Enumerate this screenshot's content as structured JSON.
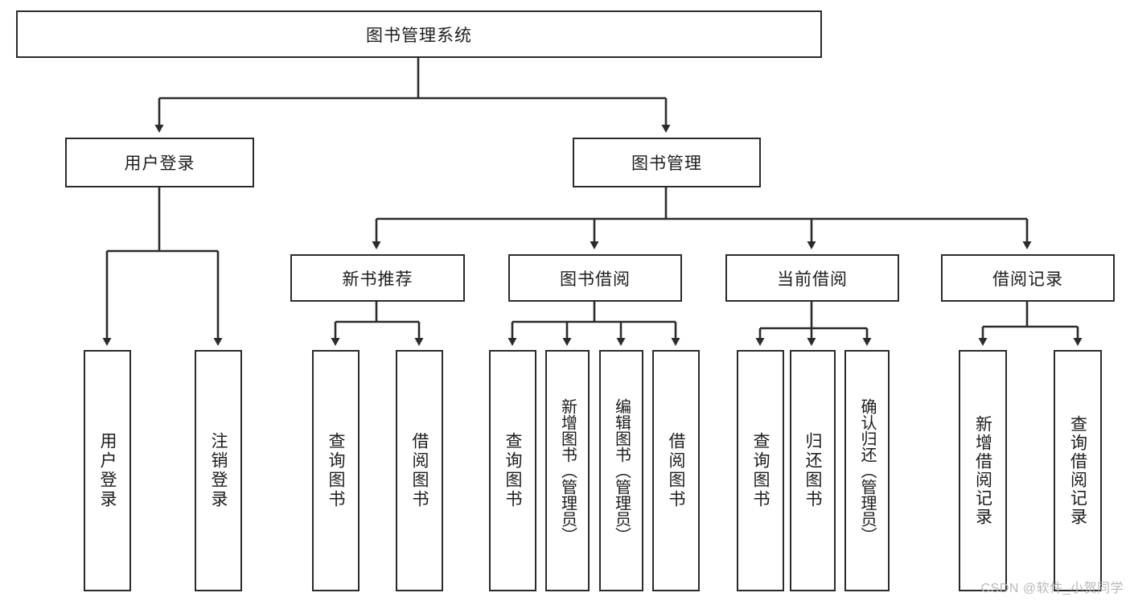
{
  "diagram": {
    "type": "tree",
    "title": "图书管理系统",
    "root": {
      "label": "图书管理系统",
      "children": [
        {
          "label": "用户登录",
          "children": [
            {
              "label": "用户登录"
            },
            {
              "label": "注销登录"
            }
          ]
        },
        {
          "label": "图书管理",
          "children": [
            {
              "label": "新书推荐",
              "children": [
                {
                  "label": "查询图书"
                },
                {
                  "label": "借阅图书"
                }
              ]
            },
            {
              "label": "图书借阅",
              "children": [
                {
                  "label": "查询图书"
                },
                {
                  "label": "新增图书（管理员）"
                },
                {
                  "label": "编辑图书（管理员）"
                },
                {
                  "label": "借阅图书"
                }
              ]
            },
            {
              "label": "当前借阅",
              "children": [
                {
                  "label": "查询图书"
                },
                {
                  "label": "归还图书"
                },
                {
                  "label": "确认归还（管理员）"
                }
              ]
            },
            {
              "label": "借阅记录",
              "children": [
                {
                  "label": "新增借阅记录"
                },
                {
                  "label": "查询借阅记录"
                }
              ]
            }
          ]
        }
      ]
    }
  },
  "nodes": {
    "root": "图书管理系统",
    "user_login": "用户登录",
    "book_manage": "图书管理",
    "new_book_rec": "新书推荐",
    "book_borrow": "图书借阅",
    "current_borrow": "当前借阅",
    "borrow_record": "借阅记录",
    "leaf_user_login": "用户登录",
    "leaf_logout": "注销登录",
    "leaf_query_book_1": "查询图书",
    "leaf_borrow_book_1": "借阅图书",
    "leaf_query_book_2": "查询图书",
    "leaf_add_book_admin": "新增图书（管理员）",
    "leaf_edit_book_admin": "编辑图书（管理员）",
    "leaf_borrow_book_2": "借阅图书",
    "leaf_query_book_3": "查询图书",
    "leaf_return_book": "归还图书",
    "leaf_confirm_return_admin": "确认归还（管理员）",
    "leaf_add_record": "新增借阅记录",
    "leaf_query_record": "查询借阅记录"
  },
  "watermark": "CSDN @软件_小贺同学",
  "colors": {
    "stroke": "#2b2b2b",
    "background": "#ffffff",
    "text": "#1d1d1d",
    "watermark": "#b8b8b8"
  }
}
